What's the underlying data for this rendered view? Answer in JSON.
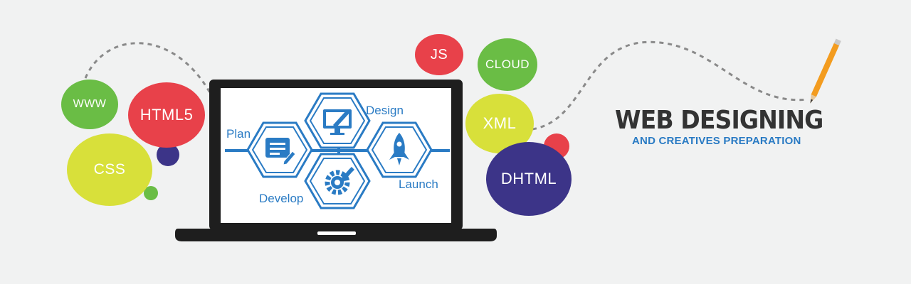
{
  "bubbles": {
    "www": "WWW",
    "html5": "HTML5",
    "css": "CSS",
    "js": "JS",
    "cloud": "CLOUD",
    "xml": "XML",
    "dhtml": "DHTML"
  },
  "process_steps": {
    "plan": "Plan",
    "design": "Design",
    "develop": "Develop",
    "launch": "Launch"
  },
  "heading": {
    "title": "WEB DESIGNING",
    "subtitle": "AND CREATIVES PREPARATION"
  },
  "colors": {
    "background": "#f1f2f2",
    "green": "#6abd45",
    "red": "#e8414a",
    "yellow_green": "#d8e03a",
    "purple": "#3c3488",
    "blue": "#2a7bc4",
    "dark": "#1e1e1e"
  }
}
